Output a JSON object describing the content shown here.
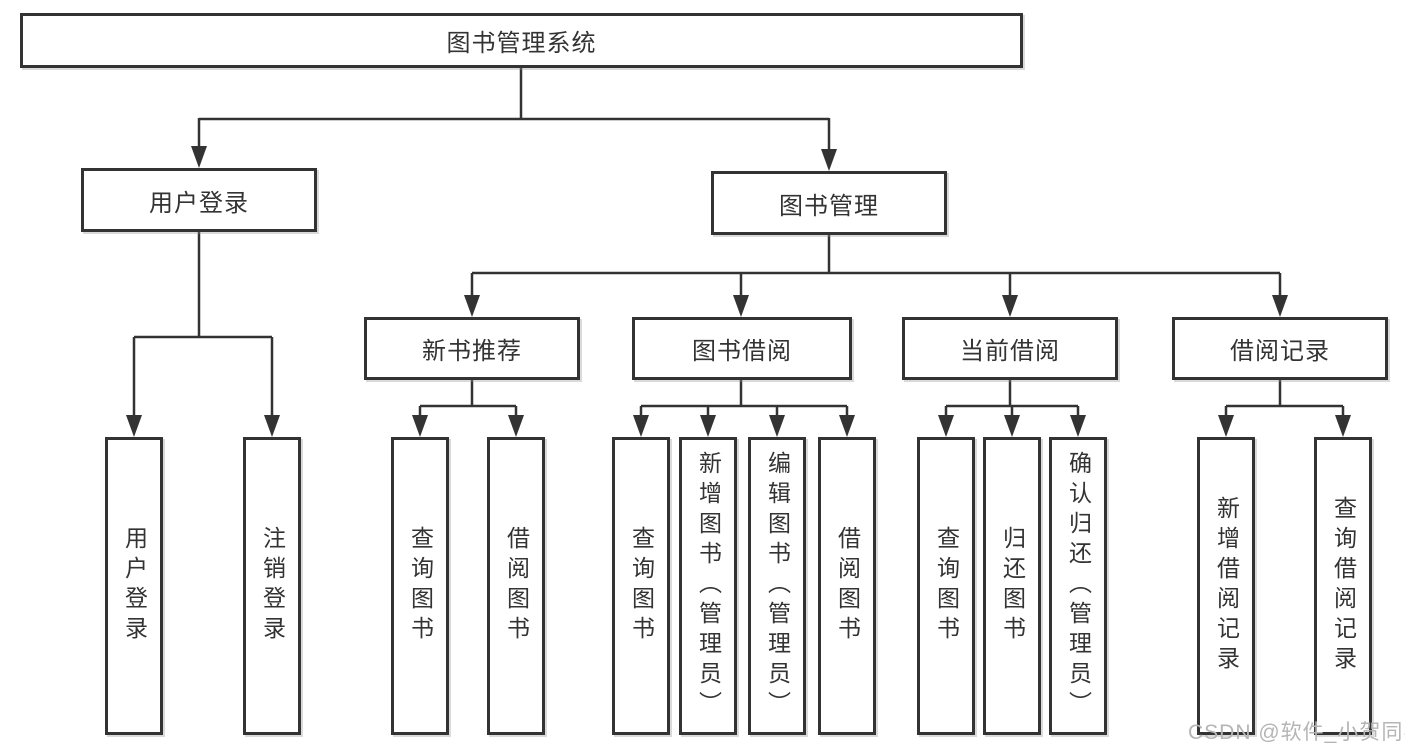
{
  "nodes": {
    "root": "图书管理系统",
    "user_login": "用户登录",
    "book_mgmt": "图书管理",
    "new_book": "新书推荐",
    "book_borrow": "图书借阅",
    "current_borrow": "当前借阅",
    "borrow_records": "借阅记录",
    "leaf_user_login": "用户登录",
    "leaf_logout": "注销登录",
    "leaf_query_book_a": "查询图书",
    "leaf_borrow_book_a": "借阅图书",
    "leaf_query_book_b": "查询图书",
    "leaf_add_book": "新增图书（管理员）",
    "leaf_edit_book": "编辑图书（管理员）",
    "leaf_borrow_book_b": "借阅图书",
    "leaf_query_book_c": "查询图书",
    "leaf_return_book": "归还图书",
    "leaf_confirm_return": "确认归还（管理员）",
    "leaf_add_record": "新增借阅记录",
    "leaf_query_record": "查询借阅记录"
  },
  "watermark": "CSDN @软件_小贺同学",
  "colors": {
    "line": "#333333",
    "text": "#333333",
    "box_background": "#ffffff",
    "watermark": "#b5b5b5"
  }
}
